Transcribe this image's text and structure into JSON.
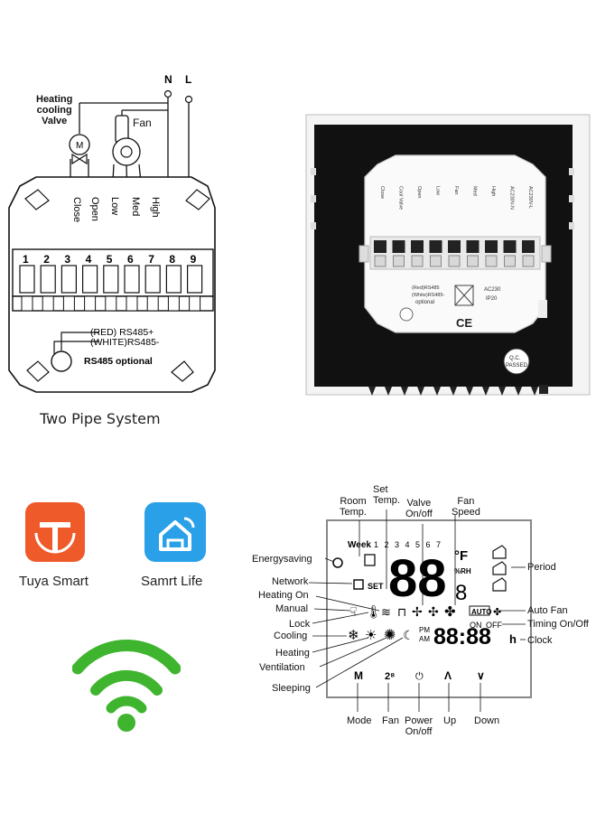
{
  "wiring": {
    "n_label": "N",
    "l_label": "L",
    "valve_label": [
      "Heating",
      "cooling",
      "Valve"
    ],
    "fan_label": "Fan",
    "valve_symbol": "M",
    "terminal_labels": [
      "Close",
      "Open",
      "Low",
      "Med",
      "High"
    ],
    "terminal_numbers": [
      "1",
      "2",
      "3",
      "4",
      "5",
      "6",
      "7",
      "8",
      "9"
    ],
    "rs485_red": "(RED) RS485+",
    "rs485_white": "(WHITE)RS485-",
    "rs485_optional": "RS485 optional",
    "caption": "Two Pipe System"
  },
  "device_back": {
    "terminal_labels": [
      "Close",
      "Cool Valve",
      "Open",
      "Low",
      "Fan",
      "Med",
      "High",
      "AC230V-N",
      "AC230V-L"
    ],
    "rs485_text": [
      "(Red)RS485",
      "(White)RS485-",
      "optional"
    ],
    "rating": [
      "AC230",
      "IP20"
    ],
    "ce_mark": "CE",
    "qc_stamp": [
      "Q.C.",
      "PASSED"
    ]
  },
  "apps": [
    {
      "label": "Tuya Smart",
      "color": "#ef5a2a",
      "icon": "tuya-t-icon"
    },
    {
      "label": "Samrt Life",
      "color": "#2aa0e8",
      "icon": "house-wifi-icon"
    }
  ],
  "wifi": {
    "color": "#3fb52f",
    "icon": "wifi-icon"
  },
  "lcd": {
    "week_label": "Week",
    "day_numbers": [
      "1",
      "2",
      "3",
      "4",
      "5",
      "6",
      "7"
    ],
    "main_digits": "88",
    "unit_f": "°F",
    "unit_rh": "%RH",
    "small_digit": "8",
    "set_label": "SET",
    "auto_label": "AUTO",
    "on_label": "ON",
    "off_label": "OFF",
    "pm_label": "PM",
    "am_label": "AM",
    "clock_digits": "88:88",
    "hour_unit": "h",
    "buttons": [
      "M",
      "2⁸",
      "⏻",
      "Λ",
      "∨"
    ]
  },
  "lcd_callouts": {
    "room_temp": [
      "Room",
      "Temp."
    ],
    "set_temp": [
      "Set",
      "Temp."
    ],
    "valve": [
      "Valve",
      "On/off"
    ],
    "fan_speed": [
      "Fan",
      "Speed"
    ],
    "energysaving": "Energysaving",
    "network": "Network",
    "heating_on": "Heating On",
    "manual": "Manual",
    "lock": "Lock",
    "cooling": "Cooling",
    "heating": "Heating",
    "ventilation": "Ventilation",
    "sleeping": "Sleeping",
    "period": "Period",
    "auto_fan": "Auto Fan",
    "timing": "Timing On/Off",
    "clock": "Clock",
    "mode": "Mode",
    "fan": "Fan",
    "power": [
      "Power",
      "On/off"
    ],
    "up": "Up",
    "down": "Down"
  }
}
